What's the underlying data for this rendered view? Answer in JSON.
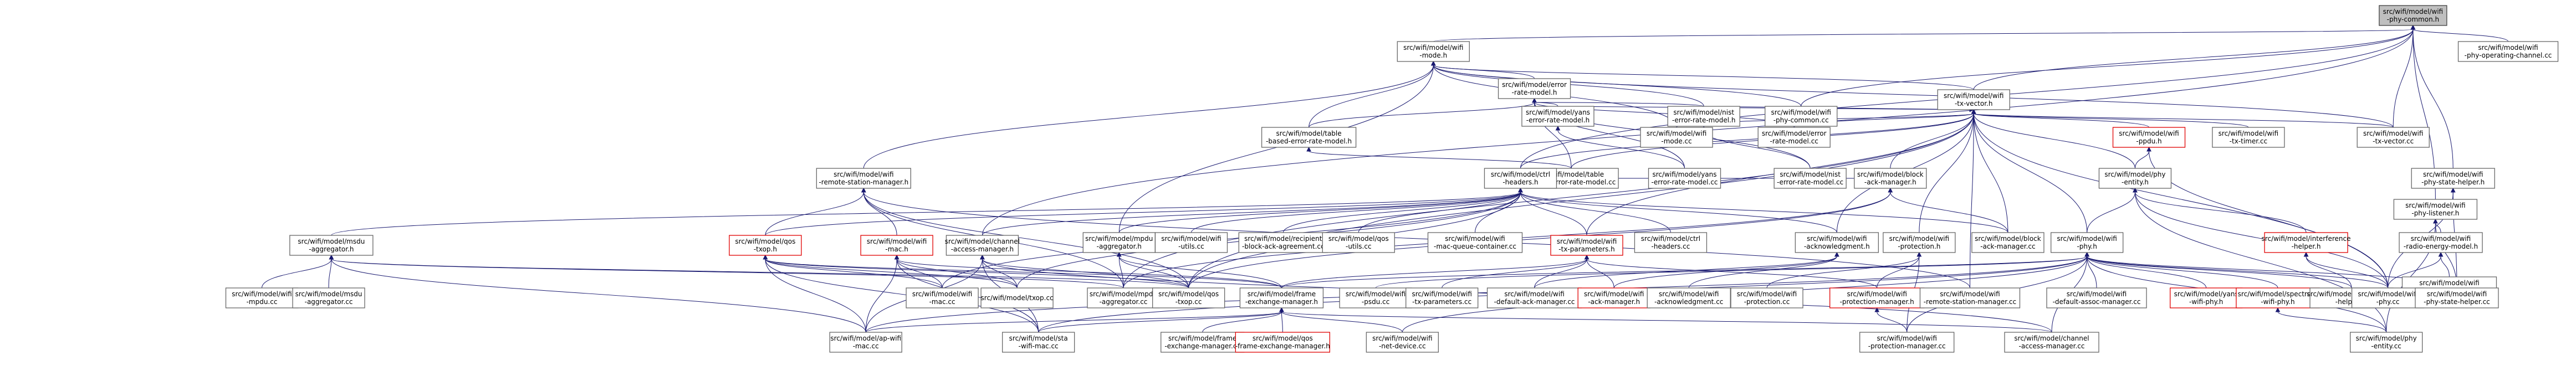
{
  "diagram": {
    "type": "include-dependency-graph",
    "nodes": [
      {
        "id": "n0",
        "lines": [
          "src/wifi/model/wifi",
          "-phy-common.h"
        ],
        "root": true
      },
      {
        "id": "n1",
        "lines": [
          "src/wifi/model/wifi",
          "-mode.h"
        ]
      },
      {
        "id": "n2",
        "lines": [
          "src/wifi/model/wifi",
          "-phy-operating-channel.cc"
        ]
      },
      {
        "id": "n3",
        "lines": [
          "src/wifi/model/wifi",
          "-tx-vector.h"
        ]
      },
      {
        "id": "n4",
        "lines": [
          "src/wifi/model/wifi",
          "-phy-common.cc"
        ]
      },
      {
        "id": "n5",
        "lines": [
          "src/wifi/model/error",
          "-rate-model.h"
        ]
      },
      {
        "id": "n6",
        "lines": [
          "src/wifi/model/table",
          "-based-error-rate-model.h"
        ]
      },
      {
        "id": "n7",
        "lines": [
          "src/wifi/model/wifi",
          "-mode.cc"
        ]
      },
      {
        "id": "n8",
        "lines": [
          "src/wifi/model/error",
          "-rate-model.cc"
        ]
      },
      {
        "id": "n9",
        "lines": [
          "src/wifi/model/nist",
          "-error-rate-model.h"
        ]
      },
      {
        "id": "n10",
        "lines": [
          "src/wifi/model/yans",
          "-error-rate-model.h"
        ]
      },
      {
        "id": "n11",
        "lines": [
          "src/wifi/model/wifi",
          "-ppdu.h"
        ],
        "red": true
      },
      {
        "id": "n12",
        "lines": [
          "src/wifi/model/wifi",
          "-tx-timer.cc"
        ]
      },
      {
        "id": "n13",
        "lines": [
          "src/wifi/model/wifi",
          "-tx-vector.cc"
        ]
      },
      {
        "id": "n14",
        "lines": [
          "src/wifi/model/wifi",
          "-phy-state-helper.h"
        ]
      },
      {
        "id": "n15",
        "lines": [
          "src/wifi/model/wifi",
          "-phy-listener.h"
        ]
      },
      {
        "id": "n16",
        "lines": [
          "src/wifi/model/wifi",
          "-remote-station-manager.h"
        ]
      },
      {
        "id": "n17",
        "lines": [
          "src/wifi/model/table",
          "-based-error-rate-model.cc"
        ]
      },
      {
        "id": "n18",
        "lines": [
          "src/wifi/model/yans",
          "-error-rate-model.cc"
        ]
      },
      {
        "id": "n19",
        "lines": [
          "src/wifi/model/nist",
          "-error-rate-model.cc"
        ]
      },
      {
        "id": "n20",
        "lines": [
          "src/wifi/model/ctrl",
          "-headers.h"
        ]
      },
      {
        "id": "n21",
        "lines": [
          "src/wifi/model/block",
          "-ack-manager.h"
        ]
      },
      {
        "id": "n22",
        "lines": [
          "src/wifi/model/phy",
          "-entity.h"
        ]
      },
      {
        "id": "n23",
        "lines": [
          "src/wifi/model/wifi",
          "-radio-energy-model.h"
        ]
      },
      {
        "id": "n24",
        "lines": [
          "src/wifi/model/mpdu",
          "-aggregator.h"
        ]
      },
      {
        "id": "n25",
        "lines": [
          "src/wifi/model/qos",
          "-txop.h"
        ],
        "red": true
      },
      {
        "id": "n26",
        "lines": [
          "src/wifi/model/wifi",
          "-mac.h"
        ],
        "red": true
      },
      {
        "id": "n27",
        "lines": [
          "src/wifi/model/channel",
          "-access-manager.h"
        ]
      },
      {
        "id": "n28",
        "lines": [
          "src/wifi/model/msdu",
          "-aggregator.h"
        ]
      },
      {
        "id": "n29",
        "lines": [
          "src/wifi/model/wifi",
          "-utils.cc"
        ]
      },
      {
        "id": "n30",
        "lines": [
          "src/wifi/model/recipient",
          "-block-ack-agreement.cc"
        ]
      },
      {
        "id": "n31",
        "lines": [
          "src/wifi/model/qos",
          "-utils.cc"
        ]
      },
      {
        "id": "n32",
        "lines": [
          "src/wifi/model/wifi",
          "-mac-queue-container.cc"
        ]
      },
      {
        "id": "n33",
        "lines": [
          "src/wifi/model/wifi",
          "-tx-parameters.h"
        ],
        "red": true
      },
      {
        "id": "n34",
        "lines": [
          "src/wifi/model/ctrl",
          "-headers.cc"
        ]
      },
      {
        "id": "n35",
        "lines": [
          "src/wifi/model/wifi",
          "-acknowledgment.h"
        ]
      },
      {
        "id": "n36",
        "lines": [
          "src/wifi/model/wifi",
          "-protection.h"
        ]
      },
      {
        "id": "n37",
        "lines": [
          "src/wifi/model/block",
          "-ack-manager.cc"
        ]
      },
      {
        "id": "n38",
        "lines": [
          "src/wifi/model/wifi",
          "-phy.h"
        ]
      },
      {
        "id": "n39",
        "lines": [
          "src/wifi/model/interference",
          "-helper.h"
        ],
        "red": true
      },
      {
        "id": "n40",
        "lines": [
          "src/wifi/model/wifi",
          "-radio-energy-model.cc"
        ]
      },
      {
        "id": "n41",
        "lines": [
          "src/wifi/model/wifi",
          "-mpdu.cc"
        ]
      },
      {
        "id": "n42",
        "lines": [
          "src/wifi/model/msdu",
          "-aggregator.cc"
        ]
      },
      {
        "id": "n43",
        "lines": [
          "src/wifi/model/wifi",
          "-mac.cc"
        ]
      },
      {
        "id": "n44",
        "lines": [
          "src/wifi/model/txop.cc"
        ]
      },
      {
        "id": "n45",
        "lines": [
          "src/wifi/model/mpdu",
          "-aggregator.cc"
        ]
      },
      {
        "id": "n46",
        "lines": [
          "src/wifi/model/qos",
          "-txop.cc"
        ]
      },
      {
        "id": "n47",
        "lines": [
          "src/wifi/model/frame",
          "-exchange-manager.h"
        ]
      },
      {
        "id": "n48",
        "lines": [
          "src/wifi/model/wifi",
          "-psdu.cc"
        ]
      },
      {
        "id": "n49",
        "lines": [
          "src/wifi/model/wifi",
          "-tx-parameters.cc"
        ]
      },
      {
        "id": "n50",
        "lines": [
          "src/wifi/model/wifi",
          "-default-ack-manager.cc"
        ]
      },
      {
        "id": "n51",
        "lines": [
          "src/wifi/model/wifi",
          "-ack-manager.h"
        ],
        "red": true
      },
      {
        "id": "n52",
        "lines": [
          "src/wifi/model/wifi",
          "-acknowledgment.cc"
        ]
      },
      {
        "id": "n53",
        "lines": [
          "src/wifi/model/wifi",
          "-protection.cc"
        ]
      },
      {
        "id": "n54",
        "lines": [
          "src/wifi/model/wifi",
          "-protection-manager.h"
        ],
        "red": true
      },
      {
        "id": "n55",
        "lines": [
          "src/wifi/model/wifi",
          "-remote-station-manager.cc"
        ]
      },
      {
        "id": "n56",
        "lines": [
          "src/wifi/model/wifi",
          "-default-assoc-manager.cc"
        ]
      },
      {
        "id": "n57",
        "lines": [
          "src/wifi/model/yans",
          "-wifi-phy.h"
        ],
        "red": true
      },
      {
        "id": "n58",
        "lines": [
          "src/wifi/model/spectrum",
          "-wifi-phy.h"
        ],
        "red": true
      },
      {
        "id": "n59",
        "lines": [
          "src/wifi/model/interference",
          "-helper.cc"
        ]
      },
      {
        "id": "n60",
        "lines": [
          "src/wifi/model/wifi",
          "-phy.cc"
        ]
      },
      {
        "id": "n61",
        "lines": [
          "src/wifi/model/wifi",
          "-phy-state-helper.cc"
        ]
      },
      {
        "id": "n62",
        "lines": [
          "src/wifi/model/ap-wifi",
          "-mac.cc"
        ]
      },
      {
        "id": "n63",
        "lines": [
          "src/wifi/model/sta",
          "-wifi-mac.cc"
        ]
      },
      {
        "id": "n64",
        "lines": [
          "src/wifi/model/frame",
          "-exchange-manager.cc"
        ]
      },
      {
        "id": "n65",
        "lines": [
          "src/wifi/model/qos",
          "-frame-exchange-manager.h"
        ],
        "red": true
      },
      {
        "id": "n66",
        "lines": [
          "src/wifi/model/wifi",
          "-net-device.cc"
        ]
      },
      {
        "id": "n67",
        "lines": [
          "src/wifi/model/wifi",
          "-protection-manager.cc"
        ]
      },
      {
        "id": "n68",
        "lines": [
          "src/wifi/model/channel",
          "-access-manager.cc"
        ]
      },
      {
        "id": "n69",
        "lines": [
          "src/wifi/model/phy",
          "-entity.cc"
        ]
      }
    ],
    "edges": [
      [
        "n1",
        "n0"
      ],
      [
        "n2",
        "n0"
      ],
      [
        "n3",
        "n0"
      ],
      [
        "n4",
        "n0"
      ],
      [
        "n13",
        "n0"
      ],
      [
        "n14",
        "n0"
      ],
      [
        "n15",
        "n0"
      ],
      [
        "n20",
        "n0"
      ],
      [
        "n27",
        "n0"
      ],
      [
        "n5",
        "n1"
      ],
      [
        "n6",
        "n1"
      ],
      [
        "n7",
        "n1"
      ],
      [
        "n3",
        "n1"
      ],
      [
        "n4",
        "n1"
      ],
      [
        "n16",
        "n1"
      ],
      [
        "n24",
        "n1"
      ],
      [
        "n9",
        "n1"
      ],
      [
        "n13",
        "n1"
      ],
      [
        "n6",
        "n5"
      ],
      [
        "n8",
        "n5"
      ],
      [
        "n9",
        "n5"
      ],
      [
        "n10",
        "n5"
      ],
      [
        "n19",
        "n5"
      ],
      [
        "n18",
        "n5"
      ],
      [
        "n17",
        "n5"
      ],
      [
        "n7",
        "n3"
      ],
      [
        "n8",
        "n3"
      ],
      [
        "n9",
        "n3"
      ],
      [
        "n10",
        "n3"
      ],
      [
        "n11",
        "n3"
      ],
      [
        "n12",
        "n3"
      ],
      [
        "n13",
        "n3"
      ],
      [
        "n20",
        "n3"
      ],
      [
        "n21",
        "n3"
      ],
      [
        "n22",
        "n3"
      ],
      [
        "n35",
        "n3"
      ],
      [
        "n36",
        "n3"
      ],
      [
        "n33",
        "n3"
      ],
      [
        "n37",
        "n3"
      ],
      [
        "n38",
        "n3"
      ],
      [
        "n45",
        "n3"
      ],
      [
        "n46",
        "n3"
      ],
      [
        "n55",
        "n3"
      ],
      [
        "n60",
        "n3"
      ],
      [
        "n17",
        "n3"
      ],
      [
        "n17",
        "n6"
      ],
      [
        "n18",
        "n10"
      ],
      [
        "n19",
        "n9"
      ],
      [
        "n22",
        "n11"
      ],
      [
        "n60",
        "n11"
      ],
      [
        "n61",
        "n14"
      ],
      [
        "n60",
        "n14"
      ],
      [
        "n23",
        "n15"
      ],
      [
        "n61",
        "n15"
      ],
      [
        "n69",
        "n15"
      ],
      [
        "n25",
        "n16"
      ],
      [
        "n26",
        "n16"
      ],
      [
        "n45",
        "n16"
      ],
      [
        "n46",
        "n16"
      ],
      [
        "n55",
        "n16"
      ],
      [
        "n21",
        "n20"
      ],
      [
        "n24",
        "n20"
      ],
      [
        "n25",
        "n20"
      ],
      [
        "n29",
        "n20"
      ],
      [
        "n30",
        "n20"
      ],
      [
        "n31",
        "n20"
      ],
      [
        "n32",
        "n20"
      ],
      [
        "n33",
        "n20"
      ],
      [
        "n34",
        "n20"
      ],
      [
        "n35",
        "n20"
      ],
      [
        "n27",
        "n20"
      ],
      [
        "n28",
        "n20"
      ],
      [
        "n37",
        "n20"
      ],
      [
        "n46",
        "n20"
      ],
      [
        "n44",
        "n20"
      ],
      [
        "n43",
        "n20"
      ],
      [
        "n37",
        "n21"
      ],
      [
        "n46",
        "n21"
      ],
      [
        "n45",
        "n21"
      ],
      [
        "n38",
        "n22"
      ],
      [
        "n39",
        "n22"
      ],
      [
        "n60",
        "n22"
      ],
      [
        "n69",
        "n22"
      ],
      [
        "n40",
        "n23"
      ],
      [
        "n60",
        "n23"
      ],
      [
        "n45",
        "n24"
      ],
      [
        "n47",
        "n24"
      ],
      [
        "n46",
        "n24"
      ],
      [
        "n44",
        "n25"
      ],
      [
        "n43",
        "n25"
      ],
      [
        "n46",
        "n25"
      ],
      [
        "n62",
        "n25"
      ],
      [
        "n63",
        "n25"
      ],
      [
        "n47",
        "n25"
      ],
      [
        "n43",
        "n26"
      ],
      [
        "n44",
        "n26"
      ],
      [
        "n62",
        "n26"
      ],
      [
        "n63",
        "n26"
      ],
      [
        "n47",
        "n26"
      ],
      [
        "n44",
        "n27"
      ],
      [
        "n46",
        "n27"
      ],
      [
        "n62",
        "n27"
      ],
      [
        "n63",
        "n27"
      ],
      [
        "n68",
        "n27"
      ],
      [
        "n41",
        "n28"
      ],
      [
        "n42",
        "n28"
      ],
      [
        "n45",
        "n28"
      ],
      [
        "n46",
        "n28"
      ],
      [
        "n62",
        "n28"
      ],
      [
        "n49",
        "n33"
      ],
      [
        "n47",
        "n33"
      ],
      [
        "n50",
        "n33"
      ],
      [
        "n51",
        "n33"
      ],
      [
        "n54",
        "n33"
      ],
      [
        "n50",
        "n35"
      ],
      [
        "n51",
        "n35"
      ],
      [
        "n52",
        "n35"
      ],
      [
        "n53",
        "n36"
      ],
      [
        "n54",
        "n36"
      ],
      [
        "n67",
        "n36"
      ],
      [
        "n47",
        "n38"
      ],
      [
        "n48",
        "n38"
      ],
      [
        "n56",
        "n38"
      ],
      [
        "n57",
        "n38"
      ],
      [
        "n58",
        "n38"
      ],
      [
        "n59",
        "n38"
      ],
      [
        "n60",
        "n38"
      ],
      [
        "n61",
        "n38"
      ],
      [
        "n62",
        "n38"
      ],
      [
        "n63",
        "n38"
      ],
      [
        "n66",
        "n38"
      ],
      [
        "n67",
        "n38"
      ],
      [
        "n68",
        "n38"
      ],
      [
        "n69",
        "n38"
      ],
      [
        "n59",
        "n39"
      ],
      [
        "n60",
        "n39"
      ],
      [
        "n62",
        "n47"
      ],
      [
        "n63",
        "n47"
      ],
      [
        "n64",
        "n47"
      ],
      [
        "n65",
        "n47"
      ],
      [
        "n66",
        "n47"
      ],
      [
        "n68",
        "n47"
      ],
      [
        "n67",
        "n54"
      ],
      [
        "n69",
        "n58"
      ]
    ]
  }
}
